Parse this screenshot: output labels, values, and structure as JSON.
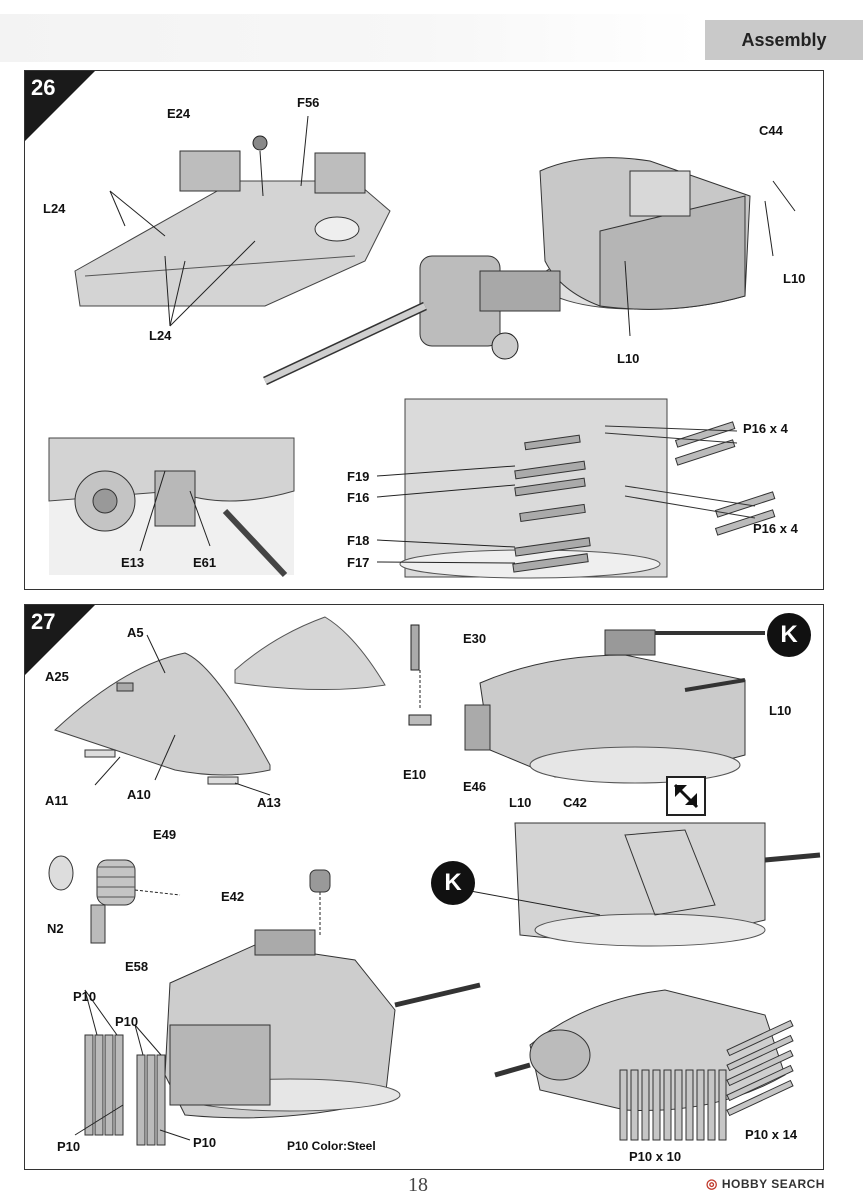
{
  "header": {
    "section_title": "Assembly"
  },
  "step26": {
    "number": "26",
    "labels": {
      "e24": "E24",
      "f56": "F56",
      "c44": "C44",
      "l24_left": "L24",
      "l24_bottom": "L24",
      "l10_right": "L10",
      "l10_bottom": "L10",
      "p16_top": "P16 x 4",
      "p16_bottom": "P16 x 4",
      "f19": "F19",
      "f16": "F16",
      "f18": "F18",
      "f17": "F17",
      "e13": "E13",
      "e61": "E61"
    }
  },
  "step27": {
    "number": "27",
    "labels": {
      "a5": "A5",
      "a25": "A25",
      "a10": "A10",
      "a11": "A11",
      "a13": "A13",
      "e30": "E30",
      "e10": "E10",
      "e46": "E46",
      "l10_mid": "L10",
      "c42": "C42",
      "l10_right": "L10",
      "e49": "E49",
      "e42": "E42",
      "n2": "N2",
      "e58": "E58",
      "p10_a": "P10",
      "p10_b": "P10",
      "p10_c": "P10",
      "p10_d": "P10",
      "p10x10": "P10 x 10",
      "p10x14": "P10 x 14"
    },
    "k_marker_1": "K",
    "k_marker_2": "K",
    "color_note": "P10 Color:Steel"
  },
  "footer": {
    "page_number": "18",
    "watermark": "HOBBY SEARCH",
    "watermark_mark": "◎"
  }
}
